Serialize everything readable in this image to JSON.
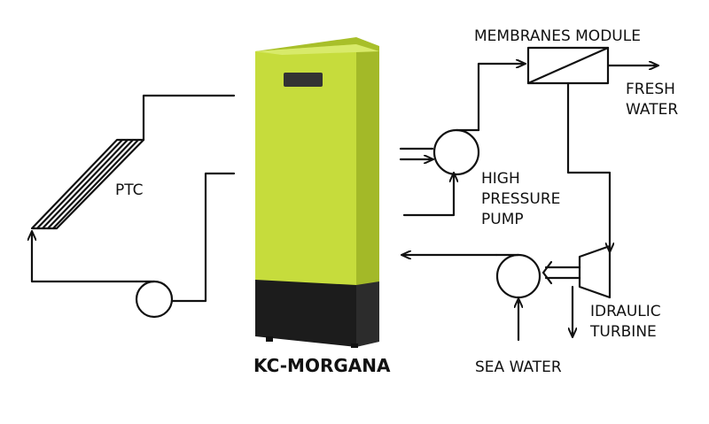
{
  "labels": {
    "ptc": "PTC",
    "unit_name": "KC-MORGANA",
    "membranes": "MEMBRANES MODULE",
    "fresh_1": "FRESH",
    "fresh_2": "WATER",
    "hp_1": "HIGH",
    "hp_2": "PRESSURE",
    "hp_3": "PUMP",
    "turbine_1": "IDRAULIC",
    "turbine_2": "TURBINE",
    "sea_water": "SEA WATER"
  },
  "colors": {
    "cabinet": "#c6dc3c",
    "cabinet_side": "#a8bf2a",
    "base": "#1c1c1c",
    "line": "#111111"
  },
  "icons": [
    "solar-collector-icon",
    "circulation-pump-icon",
    "high-pressure-pump-icon",
    "hydraulic-turbine-icon",
    "seawater-pump-icon",
    "membrane-module-icon"
  ]
}
